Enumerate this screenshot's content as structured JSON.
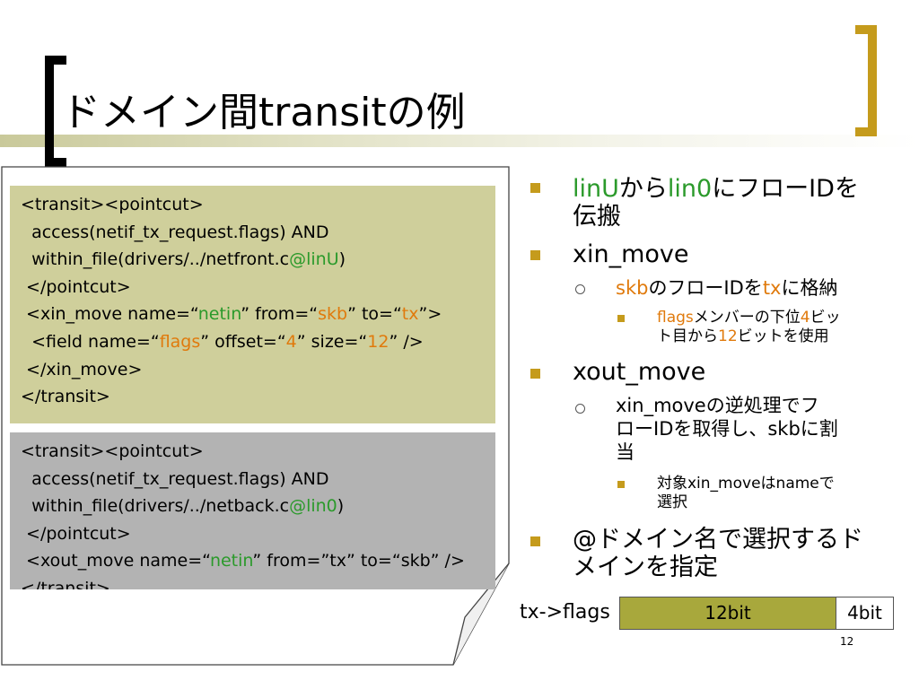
{
  "slide": {
    "title": "ドメイン間transitの例",
    "page_number": "12"
  },
  "code_box_1": {
    "lines": [
      [
        {
          "t": "<transit><pointcut>",
          "c": ""
        }
      ],
      [
        {
          "t": "  access(netif_tx_request.flags) AND",
          "c": ""
        }
      ],
      [
        {
          "t": "  within_file(drivers/../netfront.c",
          "c": ""
        },
        {
          "t": "@linU",
          "c": "g"
        },
        {
          "t": ")",
          "c": ""
        }
      ],
      [
        {
          "t": " </pointcut>",
          "c": ""
        }
      ],
      [
        {
          "t": " <xin_move name=“",
          "c": ""
        },
        {
          "t": "netin",
          "c": "g"
        },
        {
          "t": "” from=“",
          "c": ""
        },
        {
          "t": "skb",
          "c": "o"
        },
        {
          "t": "” to=“",
          "c": ""
        },
        {
          "t": "tx",
          "c": "o"
        },
        {
          "t": "”>",
          "c": ""
        }
      ],
      [
        {
          "t": "  <field name=“",
          "c": ""
        },
        {
          "t": "flags",
          "c": "o"
        },
        {
          "t": "” offset=“",
          "c": ""
        },
        {
          "t": "4",
          "c": "o"
        },
        {
          "t": "” size=“",
          "c": ""
        },
        {
          "t": "12",
          "c": "o"
        },
        {
          "t": "” />",
          "c": ""
        }
      ],
      [
        {
          "t": " </xin_move>",
          "c": ""
        }
      ],
      [
        {
          "t": "</transit>",
          "c": ""
        }
      ]
    ]
  },
  "code_box_2": {
    "lines": [
      [
        {
          "t": "<transit><pointcut>",
          "c": ""
        }
      ],
      [
        {
          "t": "  access(netif_tx_request.flags) AND",
          "c": ""
        }
      ],
      [
        {
          "t": "  within_file(drivers/../netback.c",
          "c": ""
        },
        {
          "t": "@lin0",
          "c": "g"
        },
        {
          "t": ")",
          "c": ""
        }
      ],
      [
        {
          "t": " </pointcut>",
          "c": ""
        }
      ],
      [
        {
          "t": " <xout_move name=“",
          "c": ""
        },
        {
          "t": "netin",
          "c": "g"
        },
        {
          "t": "” from=”tx” to=“skb” />",
          "c": ""
        }
      ],
      [
        {
          "t": "</transit>",
          "c": ""
        }
      ]
    ]
  },
  "bullets": {
    "b1_l1": {
      "linU": "linU",
      "kara": "から",
      "lin0": "lin0",
      "rest": "にフローIDを"
    },
    "b1_l2": "伝搬",
    "b2": "xin_move",
    "b2_sub": {
      "skb": "skb",
      "mid": "のフローIDを",
      "tx": "tx",
      "end": "に格納"
    },
    "b2_sub_sub_l1": {
      "flags": "flags",
      "mid": "メンバーの下位",
      "four": "4",
      "end": "ビッ"
    },
    "b2_sub_sub_l2": {
      "pre": "ト目から",
      "twelve": "12",
      "end": "ビットを使用"
    },
    "b3": "xout_move",
    "b3_sub_l1": "xin_moveの逆処理でフ",
    "b3_sub_l2": "ローIDを取得し、skbに割",
    "b3_sub_l3": "当",
    "b3_sub_sub_l1": "対象xin_moveはnameで",
    "b3_sub_sub_l2": "選択",
    "b4_l1": "@ドメイン名で選択するド",
    "b4_l2": "メインを指定"
  },
  "flags_diagram": {
    "label": "tx->flags",
    "cell_12": "12bit",
    "cell_4": "4bit"
  },
  "colors": {
    "accent": "#c59b1c",
    "box1": "#cfcf9b",
    "box2": "#b3b3b3",
    "green": "#2b9a2b",
    "orange": "#e07a0c",
    "olive_cell": "#a8a83c"
  }
}
